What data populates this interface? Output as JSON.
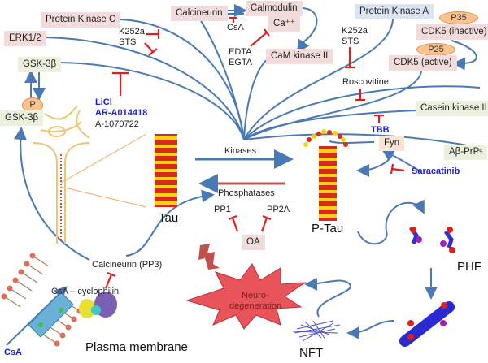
{
  "figure": {
    "title": "Tau phosphorylation pathway and inhibitors"
  },
  "kinases": {
    "pkc": "Protein Kinase C",
    "erk": "ERK1/2",
    "gsk_top": "GSK-3β",
    "gsk_p": "GSK-3β",
    "p_badge": "P",
    "calcineurin_top": "Calcineurin",
    "calmodulin": "Calmodulin",
    "ca": "Ca⁺⁺",
    "camk2": "CaM kinase II",
    "pka": "Protein Kinase A",
    "p35": "P35",
    "cdk5_inactive": "CDK5 (inactive)",
    "p25": "P25",
    "cdk5_active": "CDK5 (active)",
    "ck2": "Casein kinase II",
    "fyn": "Fyn",
    "abeta": "Aβ-PrPᶜ"
  },
  "inhibitors": {
    "k252a_left": "K252a",
    "sts_left": "STS",
    "csa_top": "CsA",
    "edta": "EDTA",
    "egta": "EGTA",
    "k252a_right": "K252a",
    "sts_right": "STS",
    "roscovitine": "Roscovitine",
    "licl": "LiCl",
    "ar": "AR-A014418",
    "a107": "A-1070722",
    "tbb": "TBB",
    "saracatinib": "Saracatinib",
    "oa": "OA",
    "csa_bottom": "CsA"
  },
  "process": {
    "kinases": "Kinases",
    "phosphatases": "Phosphatases",
    "pp1": "PP1",
    "pp2a": "PP2A",
    "tau": "Tau",
    "ptau": "P-Tau",
    "phf": "PHF",
    "nft": "NFT",
    "neuro": "Neuro-",
    "degeneration": "degeneration",
    "calcineurin_pp3": "Calcineurin (PP3)",
    "csa_cyclophilin": "CsA – cyclophilin",
    "plasma_membrane": "Plasma membrane"
  },
  "colors": {
    "activation": "#4a7ab5",
    "inhibition": "#e02020",
    "dephosphorylation": "#c0504d",
    "pink_box": "#f2dcdb",
    "blue_box": "#dbe5f1",
    "green_box": "#ebf1de",
    "inhibitor_blue": "#1f1fd0"
  }
}
